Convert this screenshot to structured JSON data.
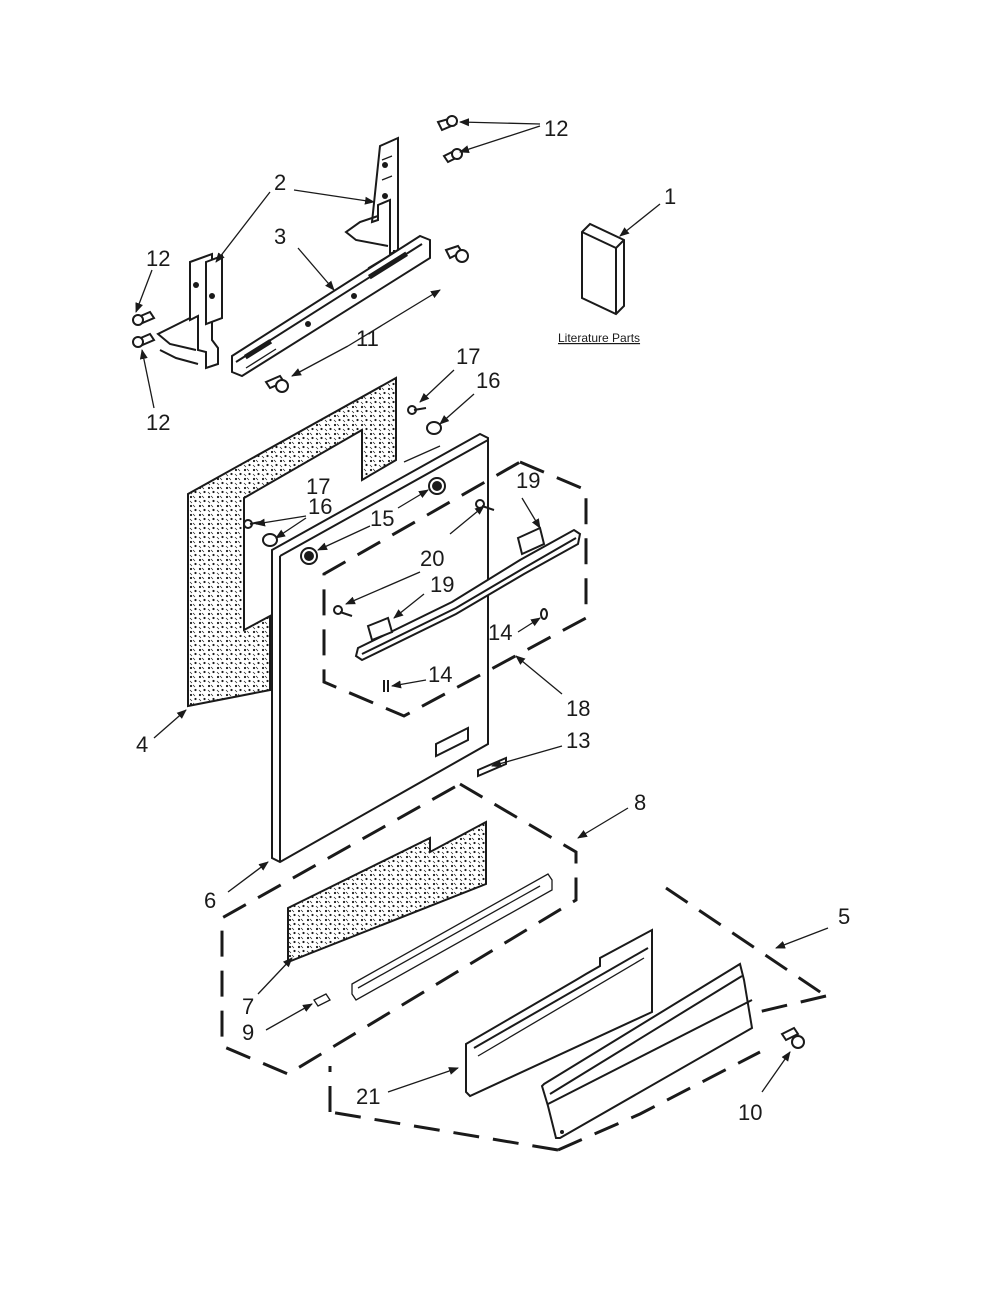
{
  "literature_label": "Literature Parts",
  "callouts": {
    "c1": "1",
    "c2": "2",
    "c3": "3",
    "c4": "4",
    "c5": "5",
    "c6": "6",
    "c7": "7",
    "c8": "8",
    "c9": "9",
    "c10": "10",
    "c11": "11",
    "c12": "12",
    "c13": "13",
    "c14": "14",
    "c15": "15",
    "c16": "16",
    "c17": "17",
    "c18": "18",
    "c19": "19",
    "c20": "20",
    "c21": "21"
  }
}
